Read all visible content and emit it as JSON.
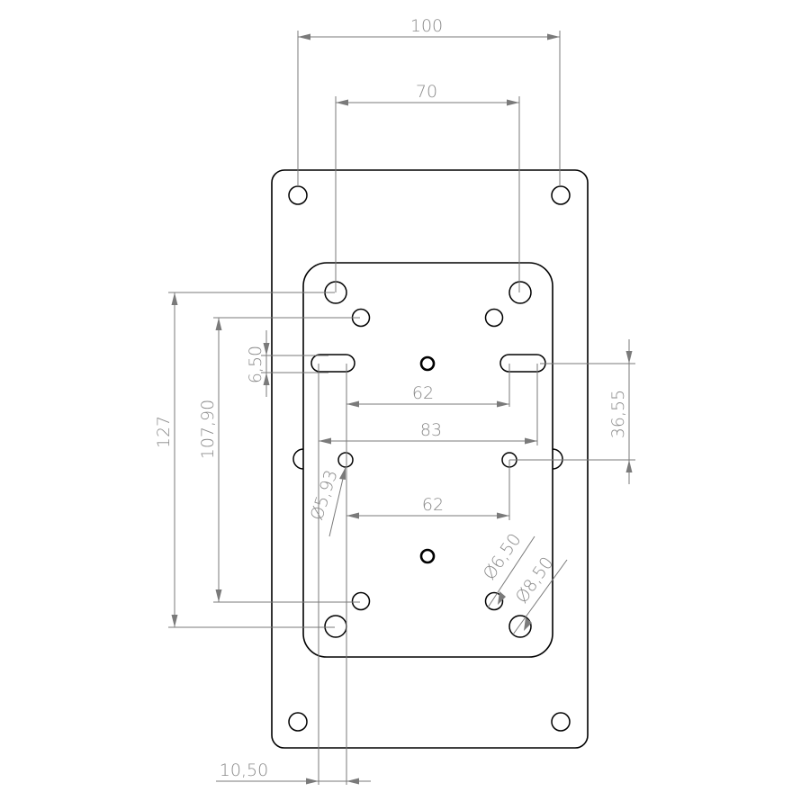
{
  "drawing": {
    "type": "technical-drawing",
    "description": "Mounting adapter plate (VESA 100/70) with inner plate",
    "colors": {
      "geometry": "#000000",
      "dimension": "#7a7a7a",
      "background": "#ffffff"
    }
  },
  "dimensions": {
    "width_100": "100",
    "width_70": "70",
    "height_127": "127",
    "height_107_90": "107,90",
    "slot_height": "6,50",
    "spacing_62_top": "62",
    "spacing_83": "83",
    "spacing_62_bottom": "62",
    "offset_36_55": "36,55",
    "dia_5_93": "Ø5,93",
    "dia_6_50": "Ø6,50",
    "dia_8_50": "Ø8,50",
    "offset_10_50": "10,50"
  }
}
